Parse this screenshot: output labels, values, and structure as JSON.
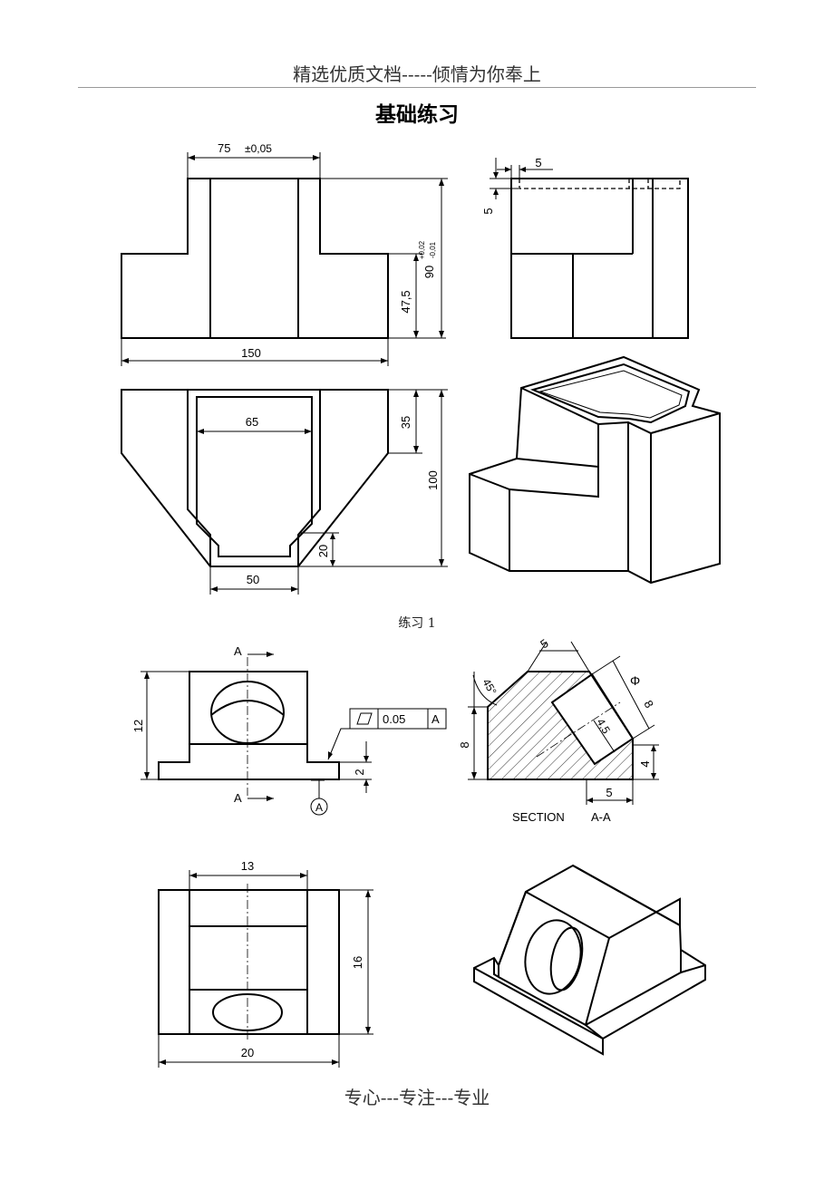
{
  "header": {
    "text": "精选优质文档-----倾情为你奉上"
  },
  "title": "基础练习",
  "caption": "练习 1",
  "footer": "专心---专注---专业",
  "exercise1": {
    "dims": {
      "top_width": "75",
      "top_tol": "±0,05",
      "total_width": "150",
      "step_height": "47,5",
      "total_height": "90",
      "tol_upper": "+0,02",
      "tol_lower": "-0,01",
      "wall_w": "5",
      "wall_h": "5",
      "inner_width": "65",
      "depth_top": "35",
      "total_depth": "100",
      "bottom_depth": "20",
      "bottom_width": "50"
    }
  },
  "exercise2": {
    "section_label": "A",
    "section_label_bottom": "A",
    "datum": "A",
    "fcf": {
      "tolerance": "0.05",
      "datum": "A"
    },
    "section_title": "SECTION",
    "section_name": "A-A",
    "dims": {
      "height": "12",
      "base_h": "2",
      "sec_height": "8",
      "angle": "45°",
      "chamfer": "5",
      "phi": "Φ",
      "hole_d": "8",
      "hole_off": "4,5",
      "right_h": "4",
      "bottom_w": "5",
      "top_w": "13",
      "depth": "16",
      "total_w": "20"
    }
  }
}
